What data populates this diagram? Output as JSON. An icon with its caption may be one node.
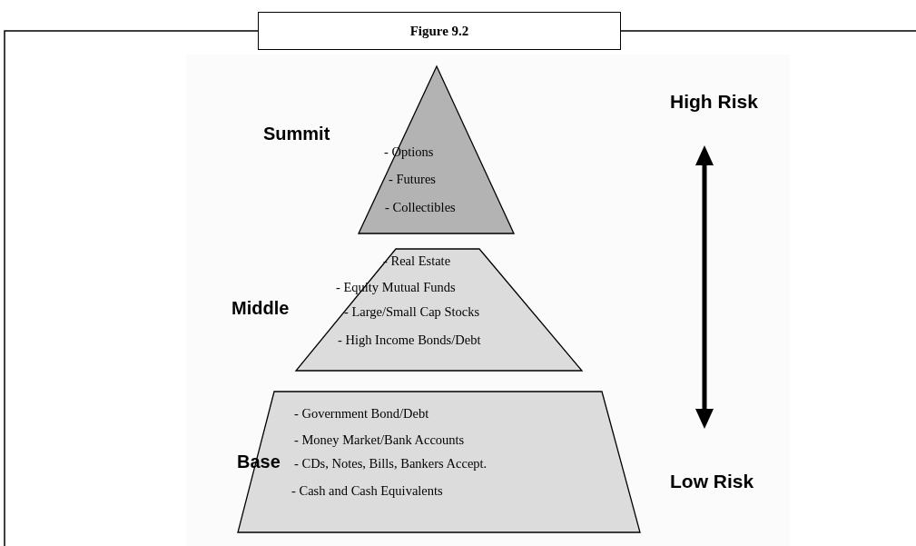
{
  "diagram": {
    "title": "Figure 9.2",
    "nodes": [
      {
        "text": [
          "Summit",
          "- Options",
          "- Futures",
          "- Collectibles"
        ]
      },
      {
        "text": [
          "Middle",
          "- Real Estate",
          "- Equity Mutual Funds",
          "- Large/Small Cap Stocks",
          "- High Income Bonds/Debt"
        ]
      },
      {
        "text": [
          "Base",
          "- Government Bond/Debt",
          "- Money Market/Bank Accounts",
          "- CDs, Notes, Bills, Bankers Accept.",
          "- Cash and Cash Equivalents"
        ]
      }
    ],
    "labels": [
      "High Risk",
      "Low Risk"
    ]
  }
}
